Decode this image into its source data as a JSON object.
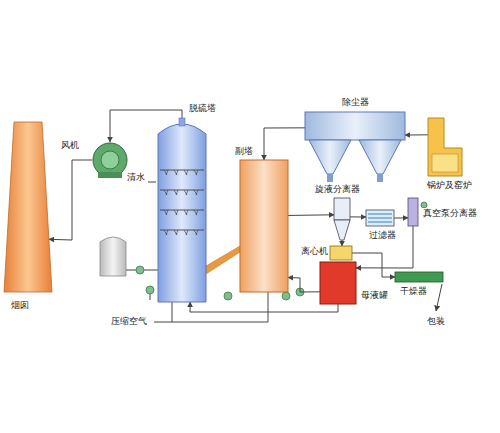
{
  "diagram": {
    "nodes": [
      {
        "text": [
          "风机"
        ]
      },
      {
        "text": [
          "脱硫塔"
        ]
      },
      {
        "text": [
          "除尘器"
        ]
      },
      {
        "text": [
          "锅炉及窑炉"
        ]
      },
      {
        "text": [
          "副塔"
        ]
      },
      {
        "text": [
          "旋液分离器"
        ]
      },
      {
        "text": [
          "过滤器"
        ]
      },
      {
        "text": [
          "真空泵分离器"
        ]
      },
      {
        "text": [
          "离心机"
        ]
      },
      {
        "text": [
          "母液罐"
        ]
      },
      {
        "text": [
          "干燥器"
        ]
      },
      {
        "text": [
          "烟囱"
        ]
      }
    ],
    "edges": [
      {
        "from": 3,
        "to": 2,
        "arrow": "to"
      },
      {
        "from": 2,
        "to": 4,
        "arrow": "to"
      },
      {
        "from": 1,
        "to": 0,
        "arrow": "to"
      },
      {
        "from": 0,
        "to": 11,
        "arrow": "to"
      },
      {
        "from": 4,
        "to": 5,
        "arrow": "to"
      },
      {
        "from": 5,
        "to": 6,
        "arrow": "to"
      },
      {
        "from": 6,
        "to": 7,
        "arrow": "to"
      },
      {
        "from": 5,
        "to": 8,
        "arrow": "to"
      },
      {
        "from": 8,
        "to": 10,
        "arrow": "to"
      },
      {
        "from": 7,
        "to": 9,
        "arrow": "to"
      },
      {
        "from": 9,
        "to": 4,
        "arrow": "to"
      },
      {
        "from": 9,
        "to": 1,
        "arrow": "to"
      }
    ],
    "labels": [
      "清水",
      "压缩空气",
      "包装"
    ]
  }
}
